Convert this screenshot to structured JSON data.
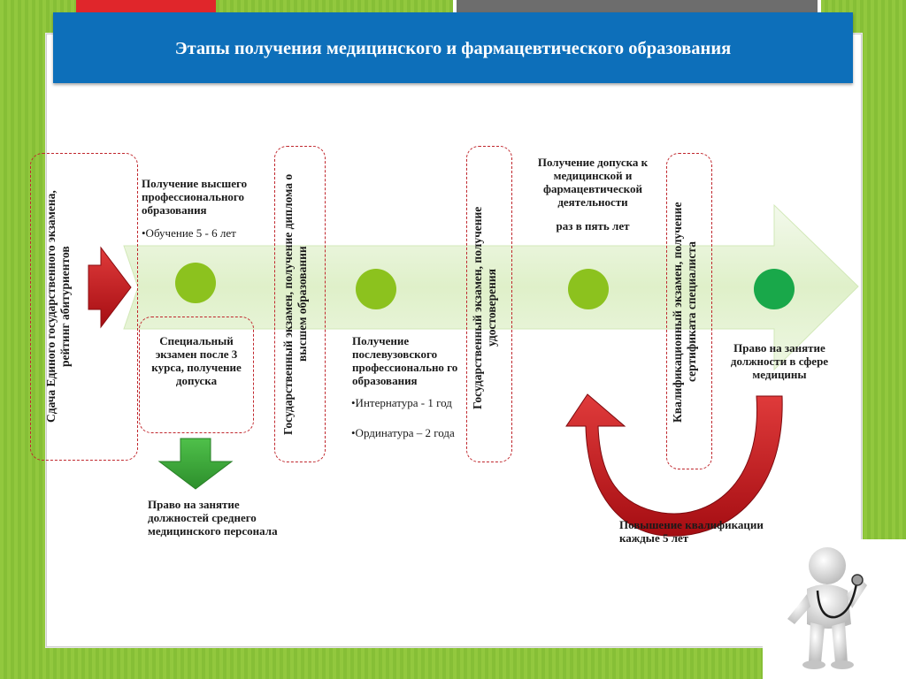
{
  "title": "Этапы получения медицинского и фармацевтического образования",
  "nodes": {
    "ege": "Сдача Единого государственного экзамена, рейтинг абитуриентов",
    "higher_title": "Получение высшего профессионального образования",
    "higher_bullet": "•Обучение 5 - 6 лет",
    "special_exam": "Специальный экзамен после 3 курса, получение допуска",
    "middle_right": "Право на занятие должностей среднего медицинского персонала",
    "state_exam_1": "Государственный экзамен, получение диплома о высшем образовании",
    "postgrad_title": "Получение послевузовского профессионально го образования",
    "postgrad_b1": "•Интернатура - 1 год",
    "postgrad_b2": "•Ординатура – 2 года",
    "state_exam_2": "Государственный экзамен, получение удостоверения",
    "admission_title": "Получение допуска к медицинской и фармацевтической деятельности",
    "admission_note": "раз в пять лет",
    "qual_exam": "Квалификационный экзамен, получение сертификата специалиста",
    "right_medicine": "Право на занятие должности в сфере медицины",
    "upgrade": "Повышение квалификации каждые 5 лет"
  },
  "colors": {
    "title_bar": "#0d6fba",
    "arrow_band": "#e4f2d4",
    "dot_light": "#8cc21e",
    "dot_dark": "#19a84a",
    "red_arrow": "#c8121c",
    "green_arrow": "#3cae3a",
    "dashed_border": "#c0272d"
  }
}
